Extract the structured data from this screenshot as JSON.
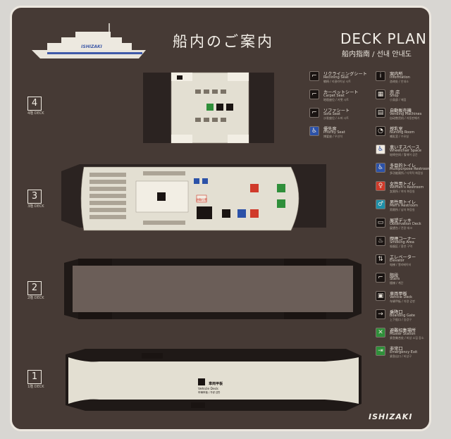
{
  "header": {
    "title_jp": "船内のご案内",
    "title_en": "DECK PLAN",
    "subtitle": "船内指南 / 선내 안내도",
    "ship_brand": "ISHIZAKI"
  },
  "decks": [
    {
      "number": "4",
      "sub": "4階 DECK"
    },
    {
      "number": "3",
      "sub": "3階 DECK"
    },
    {
      "number": "2",
      "sub": "2階 DECK"
    },
    {
      "number": "1",
      "sub": "1階 DECK"
    }
  ],
  "deck1_label": {
    "jp": "車両甲板",
    "en": "Vehicle Deck",
    "other": "车辆甲板 / 차량 갑판"
  },
  "muster_station_label": "避難位置",
  "legend_left": [
    {
      "icon": "reclining-seat-icon",
      "glyph": "⌐",
      "jp": "リクライニングシート",
      "en": "Reclining Seat",
      "other": "躺椅 / 리클라이닝 시트"
    },
    {
      "icon": "carpet-seat-icon",
      "glyph": "⌐",
      "jp": "カーペットシート",
      "en": "Carpet Seat",
      "other": "地毯座位 / 카펫 시트"
    },
    {
      "icon": "sofa-seat-icon",
      "glyph": "⌐",
      "jp": "ソファシート",
      "en": "Sofa Seat",
      "other": "沙发座位 / 소파 시트"
    },
    {
      "icon": "priority-seat-icon",
      "glyph": "♿",
      "jp": "優先席",
      "en": "Priority Seat",
      "other": "博爱座 / 우선석"
    }
  ],
  "legend_right": [
    {
      "icon": "information-icon",
      "glyph": "i",
      "jp": "案内所",
      "en": "Information",
      "other": "咨询处 / 안내소"
    },
    {
      "icon": "shop-icon",
      "glyph": "▦",
      "jp": "売 店",
      "en": "Shop",
      "other": "小卖部 / 매점"
    },
    {
      "icon": "vending-machine-icon",
      "glyph": "▤",
      "jp": "自動販売機",
      "en": "Vending Machines",
      "other": "自动售货机 / 자동판매기"
    },
    {
      "icon": "nursing-room-icon",
      "glyph": "◔",
      "jp": "授乳室",
      "en": "Nursing Room",
      "other": "哺乳室 / 수유실"
    },
    {
      "icon": "wheelchair-space-icon",
      "glyph": "♿",
      "jp": "車いすスペース",
      "en": "Wheelchair Space",
      "other": "轮椅空间 / 휠체어 공간"
    },
    {
      "icon": "multipurpose-restroom-icon",
      "glyph": "♿",
      "jp": "多目的トイレ",
      "en": "Multipurpose Restroom",
      "other": "多功能厕所 / 다목적 화장실"
    },
    {
      "icon": "womens-restroom-icon",
      "glyph": "♀",
      "jp": "女性用トイレ",
      "en": "Women's Restroom",
      "other": "女厕所 / 여자 화장실"
    },
    {
      "icon": "mens-restroom-icon",
      "glyph": "♂",
      "jp": "男性用トイレ",
      "en": "Men's Restroom",
      "other": "男厕所 / 남자 화장실"
    },
    {
      "icon": "observation-deck-icon",
      "glyph": "▭",
      "jp": "展望デッキ",
      "en": "Observation Deck",
      "other": "展望台 / 전망 데크"
    },
    {
      "icon": "smoking-area-icon",
      "glyph": "♨",
      "jp": "喫煙コーナー",
      "en": "Smoking Area",
      "other": "吸烟区 / 흡연 구역"
    },
    {
      "icon": "elevator-icon",
      "glyph": "⇅",
      "jp": "エレベーター",
      "en": "Elevator",
      "other": "电梯 / 엘리베이터"
    },
    {
      "icon": "stairs-icon",
      "glyph": "⌐",
      "jp": "階段",
      "en": "Stairs",
      "other": "楼梯 / 계단"
    },
    {
      "icon": "vehicle-deck-icon",
      "glyph": "▣",
      "jp": "車両甲板",
      "en": "Vehicle Deck",
      "other": "车辆甲板 / 차량 갑판"
    },
    {
      "icon": "boarding-gate-icon",
      "glyph": "→",
      "jp": "乗降口",
      "en": "Boarding Gate",
      "other": "上下船口 / 승강구"
    },
    {
      "icon": "muster-station-icon",
      "glyph": "✕",
      "jp": "避難招集場所",
      "en": "Muster Station",
      "other": "紧急集合处 / 비상 소집 장소"
    },
    {
      "icon": "emergency-exit-icon",
      "glyph": "⇥",
      "jp": "非常口",
      "en": "Emergency Exit",
      "other": "紧急出口 / 비상구"
    }
  ],
  "colors": {
    "board": "#463a35",
    "floor": "#e3dfd2",
    "deck_dark": "#2b2321",
    "exit_green": "#2f8f3a",
    "women_red": "#d03a2a",
    "men_teal": "#1d8fa8",
    "access_blue": "#2c52a8"
  }
}
